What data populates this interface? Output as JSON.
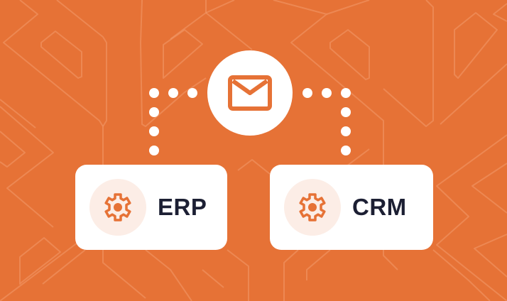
{
  "colors": {
    "background": "#e67236",
    "accent": "#e67236",
    "card": "#ffffff",
    "icon_bg": "#fcede6",
    "text": "#1c1f33",
    "pattern_line": "#f29a6c"
  },
  "hub": {
    "icon": "mail-icon",
    "label": "Email"
  },
  "nodes": [
    {
      "label": "ERP",
      "icon": "gear-icon"
    },
    {
      "label": "CRM",
      "icon": "gear-icon"
    }
  ],
  "connectors": [
    {
      "from": "Email",
      "to": "ERP",
      "style": "dotted"
    },
    {
      "from": "Email",
      "to": "CRM",
      "style": "dotted"
    }
  ]
}
